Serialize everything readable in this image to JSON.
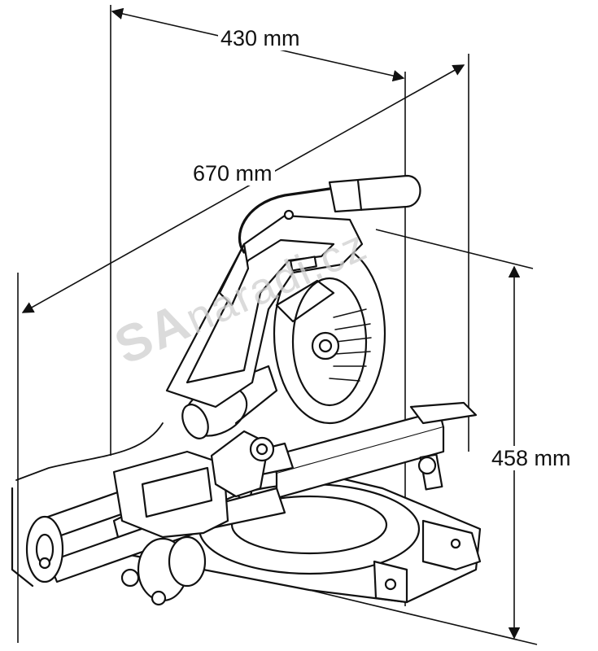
{
  "dimensions": {
    "width": "430 mm",
    "depth": "670 mm",
    "height": "458 mm"
  },
  "watermark": {
    "brand": "SA",
    "site": "naradi.cz",
    "color": "#cfcfcf"
  },
  "colors": {
    "line": "#111111",
    "background": "#ffffff"
  }
}
